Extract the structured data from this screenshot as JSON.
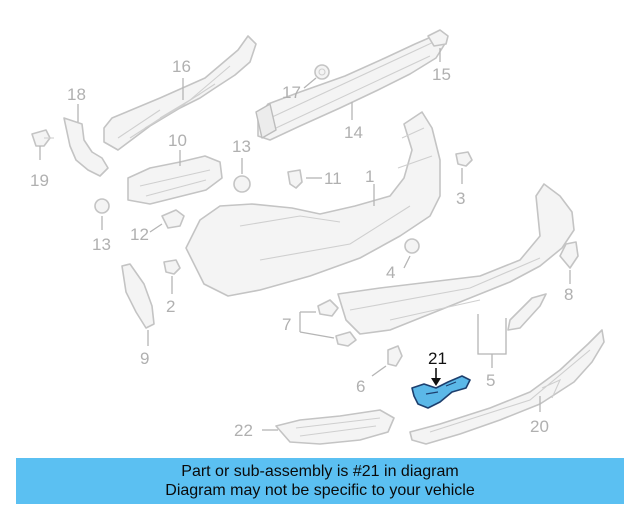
{
  "callouts": {
    "c1": "1",
    "c2": "2",
    "c3": "3",
    "c4": "4",
    "c5": "5",
    "c6": "6",
    "c7": "7",
    "c8": "8",
    "c9": "9",
    "c10": "10",
    "c11": "11",
    "c12": "12",
    "c13a": "13",
    "c13b": "13",
    "c14": "14",
    "c15": "15",
    "c16": "16",
    "c17": "17",
    "c18": "18",
    "c19": "19",
    "c20": "20",
    "c21": "21",
    "c22": "22"
  },
  "highlight_color": "#5bb8e8",
  "banner": {
    "line1": "Part or sub-assembly is #21 in diagram",
    "line2": "Diagram may not be specific to your vehicle",
    "color": "#5bc0f2"
  }
}
